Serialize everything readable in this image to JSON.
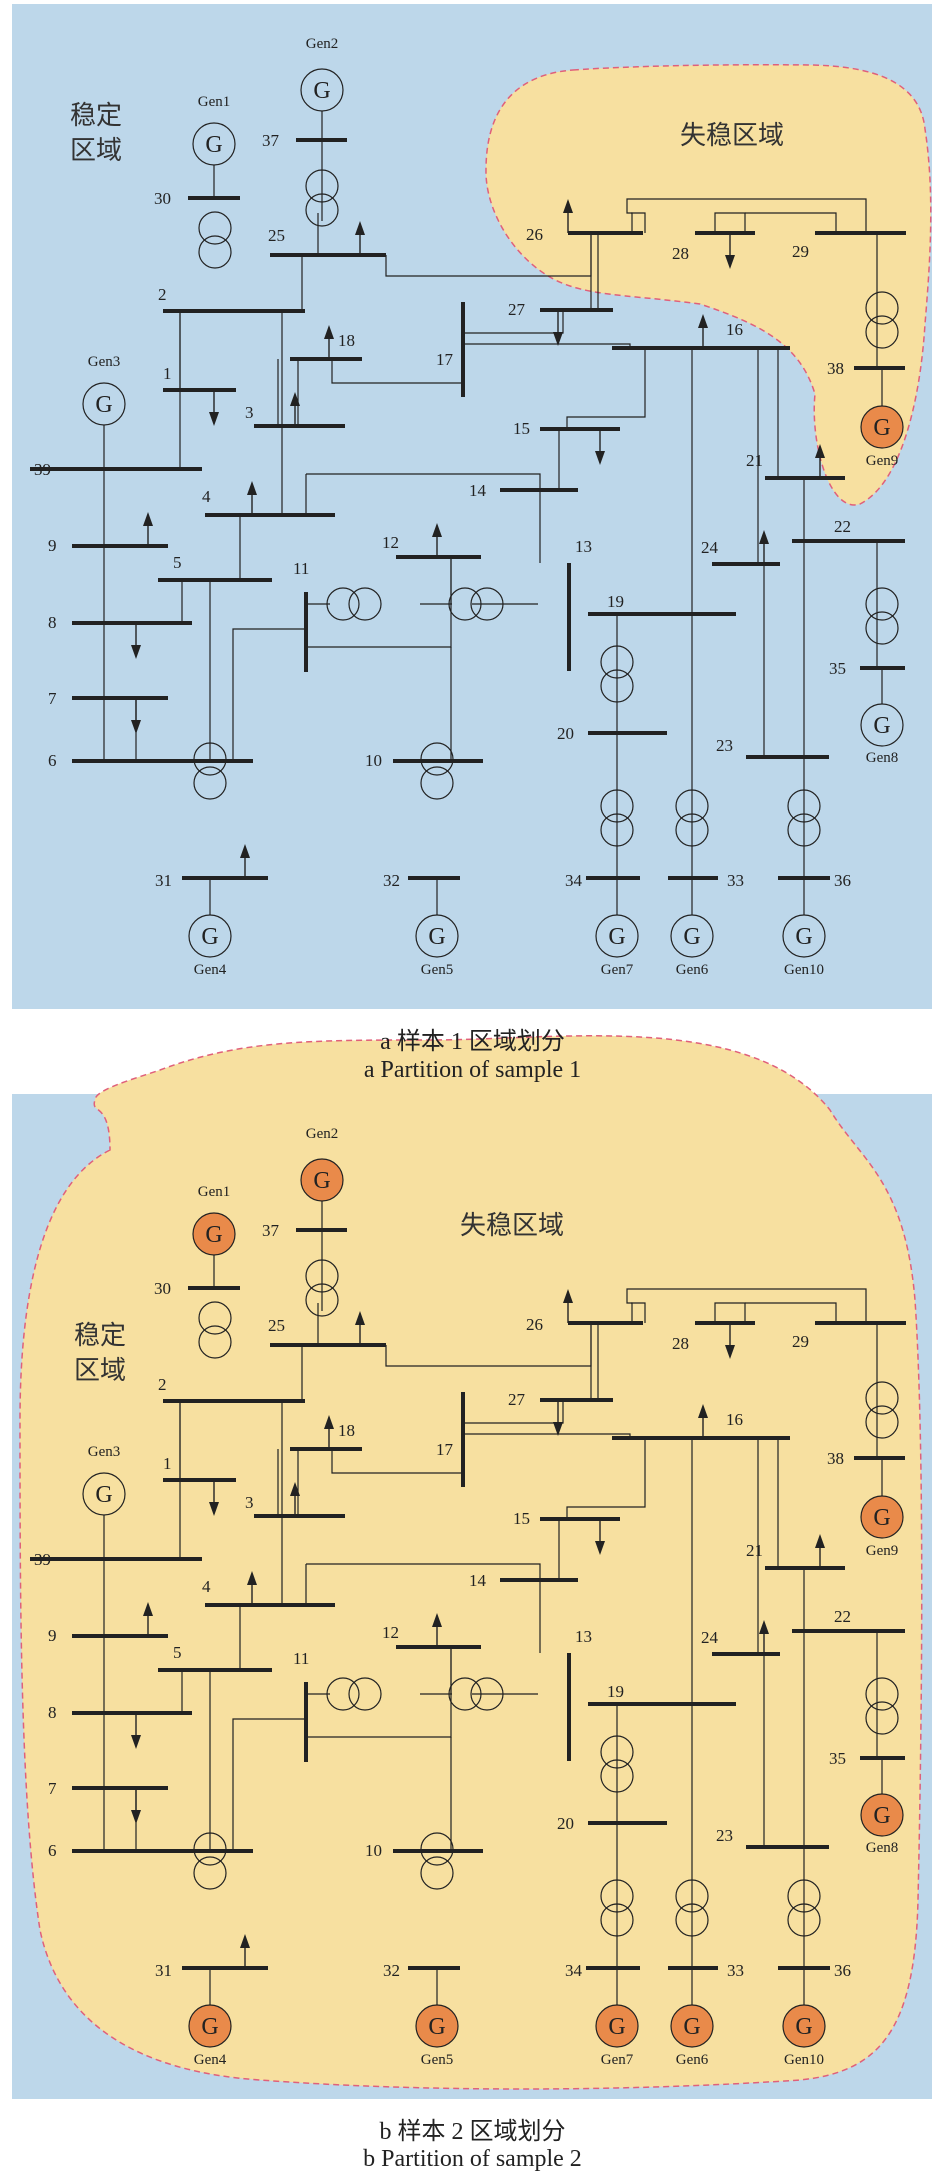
{
  "panels": [
    {
      "caption_cn": "a 样本 1 区域划分",
      "caption_en": "a Partition of sample 1",
      "stable_label": [
        "稳定",
        "区域"
      ],
      "unstable_label": "失稳区域",
      "unstable_generators": [
        "Gen9"
      ]
    },
    {
      "caption_cn": "b 样本 2 区域划分",
      "caption_en": "b Partition of sample 2",
      "stable_label": [
        "稳定",
        "区域"
      ],
      "unstable_label": "失稳区域",
      "unstable_generators": [
        "Gen1",
        "Gen2",
        "Gen4",
        "Gen5",
        "Gen6",
        "Gen7",
        "Gen8",
        "Gen9",
        "Gen10"
      ]
    }
  ],
  "generator_symbol": "G",
  "buses": [
    "1",
    "2",
    "3",
    "4",
    "5",
    "6",
    "7",
    "8",
    "9",
    "10",
    "11",
    "12",
    "13",
    "14",
    "15",
    "16",
    "17",
    "18",
    "19",
    "20",
    "21",
    "22",
    "23",
    "24",
    "25",
    "26",
    "27",
    "28",
    "29",
    "30",
    "31",
    "32",
    "33",
    "34",
    "35",
    "36",
    "37",
    "38",
    "39"
  ],
  "generators": [
    "Gen1",
    "Gen2",
    "Gen3",
    "Gen4",
    "Gen5",
    "Gen6",
    "Gen7",
    "Gen8",
    "Gen9",
    "Gen10"
  ],
  "colors": {
    "stable_background": "#bdd7ea",
    "unstable_region": "#f7e0a0",
    "unstable_generator": "#e98a4a",
    "region_border": "#e0607a",
    "line": "#222222"
  }
}
